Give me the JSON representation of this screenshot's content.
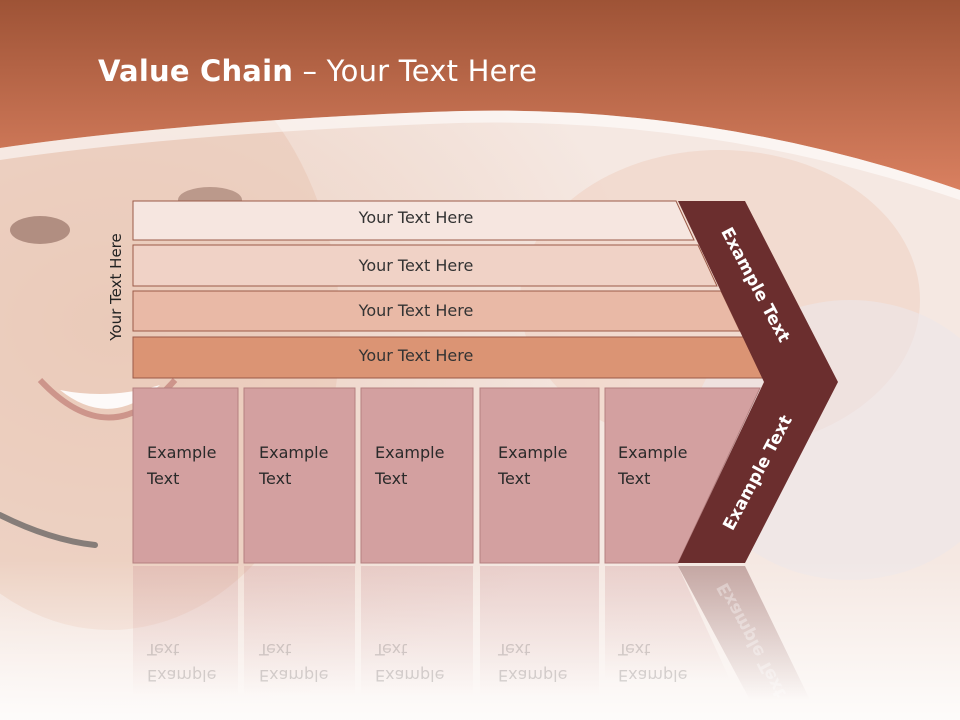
{
  "title": {
    "bold": "Value Chain",
    "rest": " – Your Text Here"
  },
  "side_label": "Your Text Here",
  "bars": [
    "Your Text Here",
    "Your Text Here",
    "Your Text Here",
    "Your Text Here"
  ],
  "boxes": [
    {
      "line1": "Example",
      "line2": "Text"
    },
    {
      "line1": "Example",
      "line2": "Text"
    },
    {
      "line1": "Example",
      "line2": "Text"
    },
    {
      "line1": "Example",
      "line2": "Text"
    },
    {
      "line1": "Example",
      "line2": "Text"
    }
  ],
  "chevron": {
    "upper": "Example Text",
    "lower": "Example Text"
  },
  "colors": {
    "header": "#c8704a",
    "chevron": "#6b2e2e",
    "box": "#d3a0a0",
    "bar1": "#f6e6e0",
    "bar2": "#f0d2c6",
    "bar3": "#e9b9a6",
    "bar4": "#db9474"
  }
}
